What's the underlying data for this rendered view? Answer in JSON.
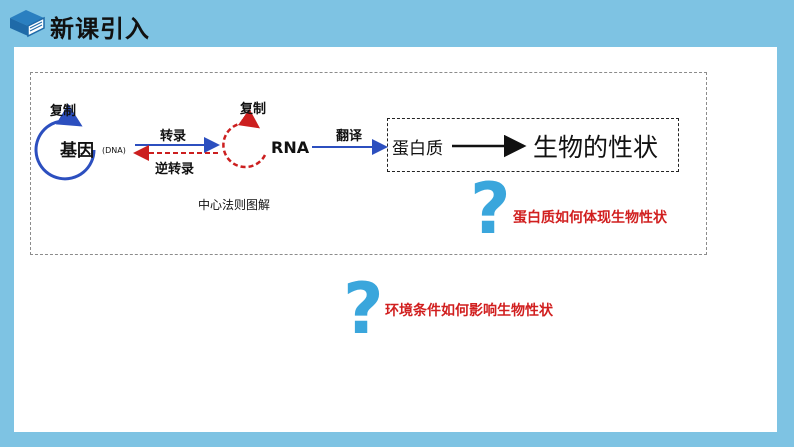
{
  "header": {
    "title": "新课引入",
    "icon": "book-icon"
  },
  "diagram": {
    "replicate_left": "复制",
    "gene": "基因",
    "dna": "(DNA)",
    "transcription": "转录",
    "reverse_transcription": "逆转录",
    "replicate_right": "复制",
    "rna": "RNA",
    "translation": "翻译",
    "protein": "蛋白质",
    "traits": "生物的性状",
    "caption": "中心法则图解"
  },
  "questions": {
    "q1_mark": "?",
    "q1_text": "蛋白质如何体现生物性状",
    "q2_mark": "?",
    "q2_text": "环境条件如何影响生物性状"
  },
  "colors": {
    "background": "#7ec3e3",
    "blue_arrow": "#2c4fbf",
    "red_arrow": "#cc1f1f",
    "question_mark": "#3aa6dc",
    "question_text": "#d11f1f"
  }
}
